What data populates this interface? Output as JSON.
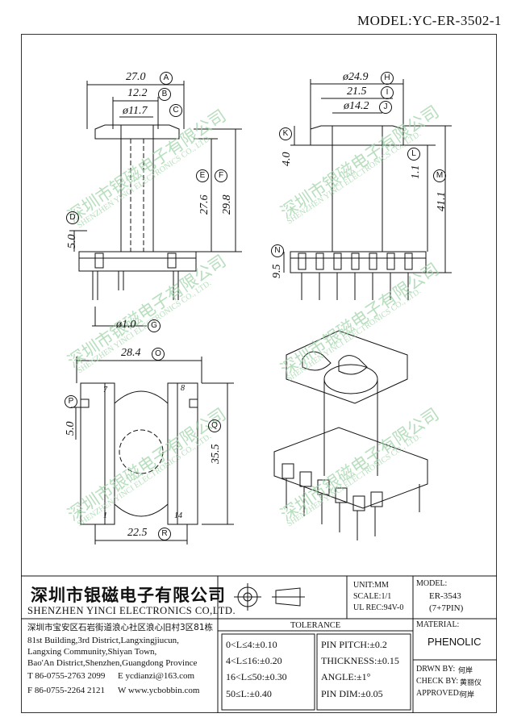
{
  "model_label": "MODEL:YC-ER-3502-1",
  "dims": {
    "A": {
      "value": "27.0",
      "letter": "A"
    },
    "B": {
      "value": "12.2",
      "letter": "B"
    },
    "C": {
      "value": "ø11.7",
      "letter": "C"
    },
    "D": {
      "value": "5.0",
      "letter": "D"
    },
    "E": {
      "value": "27.6",
      "letter": "E"
    },
    "F": {
      "value": "29.8",
      "letter": "F"
    },
    "G": {
      "value": "ø1.0",
      "letter": "G"
    },
    "H": {
      "value": "ø24.9",
      "letter": "H"
    },
    "I": {
      "value": "21.5",
      "letter": "I"
    },
    "J": {
      "value": "ø14.2",
      "letter": "J"
    },
    "K": {
      "value": "4.0",
      "letter": "K"
    },
    "L": {
      "value": "1.1",
      "letter": "L"
    },
    "M": {
      "value": "41.1",
      "letter": "M"
    },
    "N": {
      "value": "9.5",
      "letter": "N"
    },
    "O": {
      "value": "28.4",
      "letter": "O"
    },
    "P": {
      "value": "5.0",
      "letter": "P"
    },
    "Q": {
      "value": "35.5",
      "letter": "Q"
    },
    "R": {
      "value": "22.5",
      "letter": "R"
    }
  },
  "pin_numbers": {
    "p7": "7",
    "p8": "8",
    "p1": "1",
    "p14": "14"
  },
  "watermark": {
    "cn": "深圳市银磁电子有限公司",
    "en": "SHENZHEN YINCI ELECTRONICS CO., LTD."
  },
  "company": {
    "name_cn": "深圳市银磁电子有限公司",
    "name_en": "SHENZHEN YINCI ELECTRONICS CO,LTD.",
    "address_cn": "深圳市宝安区石岩街道浪心社区浪心旧村3区81栋",
    "address_en": [
      "81st Building,3rd District,Langxingjiucun,",
      "Langxing Community,Shiyan Town,",
      "Bao'An District,Shenzhen,Guangdong Province"
    ],
    "tel": "T 86-0755-2763 2099",
    "email": "E ycdianzi@163.com",
    "fax": "F 86-0755-2264 2121",
    "web": "W www.ycbobbin.com"
  },
  "spec": {
    "unit": "UNIT:MM",
    "scale": "SCALE:1/1",
    "ul_rec": "UL REC:94V-0"
  },
  "model_box": {
    "label": "MODEL:",
    "value": "ER-3543",
    "pins": "(7+7PIN)"
  },
  "material": {
    "label": "MATERIAL:",
    "value": "PHENOLIC"
  },
  "tolerance": {
    "title": "TOLERANCE",
    "left": [
      "0<L≤4:±0.10",
      "4<L≤16:±0.20",
      "16<L≤50:±0.30",
      "50≤L:±0.40"
    ],
    "right": [
      "PIN PITCH:±0.2",
      "THICKNESS:±0.15",
      "ANGLE:±1°",
      "PIN DIM:±0.05"
    ]
  },
  "approvals": {
    "drawn": "DRWN BY:",
    "drawn_name": "何岸",
    "check": "CHECK BY:",
    "check_name": "黄丽仪",
    "approved": "APPROVED:",
    "approved_name": "何岸"
  }
}
